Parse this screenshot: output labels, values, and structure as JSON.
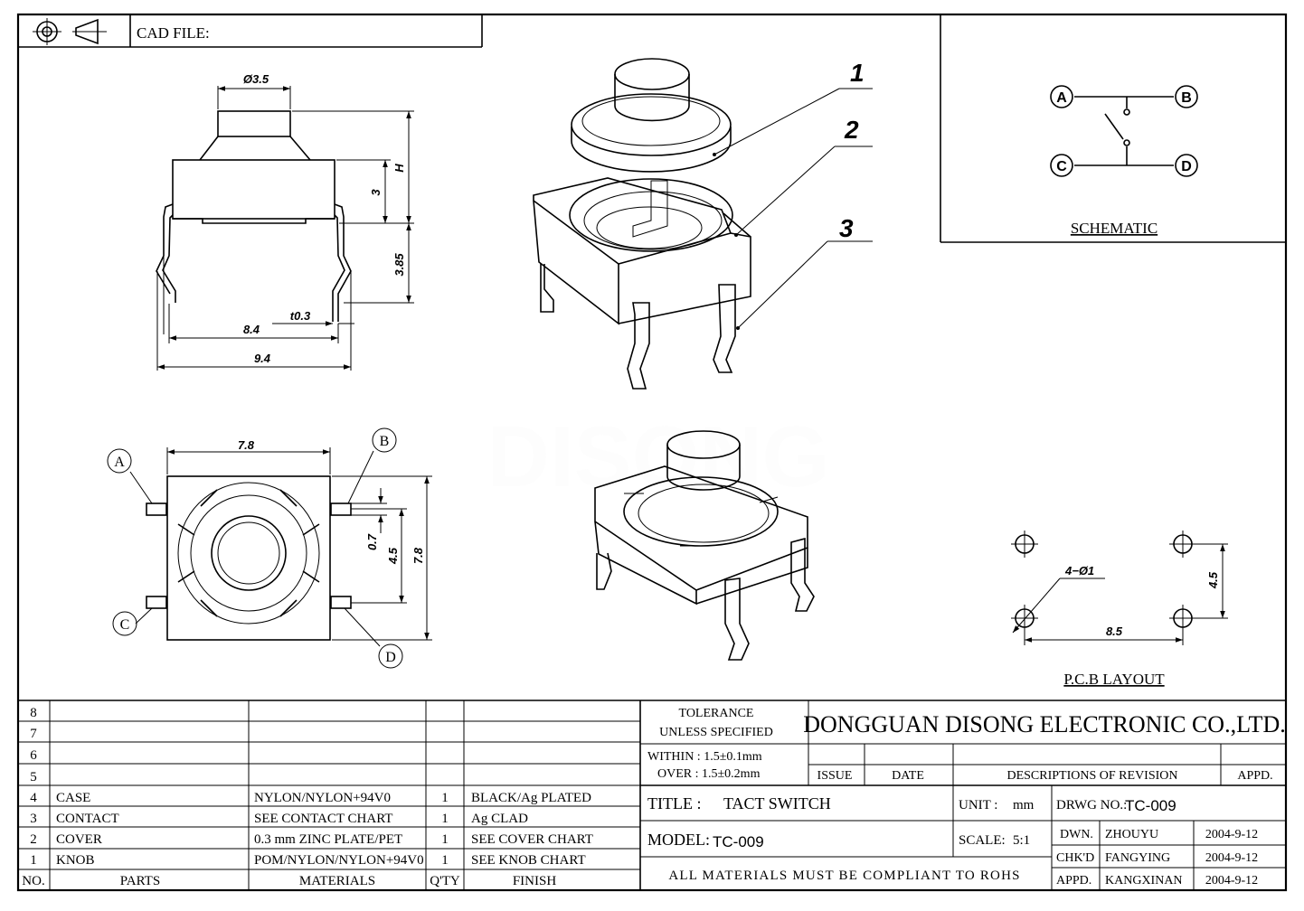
{
  "header": {
    "cad_label": "CAD FILE:",
    "projection_icon": "third-angle-projection-icon"
  },
  "side_view": {
    "dia": "Ø3.5",
    "h": "H",
    "three": "3",
    "h385": "3.85",
    "t03": "t0.3",
    "d84": "8.4",
    "d94": "9.4"
  },
  "exploded": {
    "callouts": [
      "1",
      "2",
      "3"
    ]
  },
  "schematic": {
    "pins": [
      "A",
      "B",
      "C",
      "D"
    ],
    "title": "SCHEMATIC"
  },
  "top_view": {
    "w": "7.8",
    "d07": "0.7",
    "d45": "4.5",
    "d78": "7.8",
    "pins": [
      "A",
      "B",
      "C",
      "D"
    ]
  },
  "watermark": "DISONG",
  "pcb": {
    "holes": "4−Ø1",
    "h": "4.5",
    "w": "8.5",
    "title": "P.C.B LAYOUT"
  },
  "bom": {
    "empty_rows": [
      "8",
      "7",
      "6",
      "5"
    ],
    "rows": [
      {
        "no": "4",
        "part": "CASE",
        "material": "NYLON/NYLON+94V0",
        "qty": "1",
        "finish": "BLACK/Ag PLATED"
      },
      {
        "no": "3",
        "part": "CONTACT",
        "material": "SEE CONTACT CHART",
        "qty": "1",
        "finish": "Ag CLAD"
      },
      {
        "no": "2",
        "part": "COVER",
        "material": "0.3 mm ZINC PLATE/PET",
        "qty": "1",
        "finish": "SEE COVER CHART"
      },
      {
        "no": "1",
        "part": "KNOB",
        "material": "POM/NYLON/NYLON+94V0",
        "qty": "1",
        "finish": "SEE KNOB CHART"
      }
    ],
    "headers": {
      "no": "NO.",
      "parts": "PARTS",
      "materials": "MATERIALS",
      "qty": "Q'TY",
      "finish": "FINISH"
    }
  },
  "title_block": {
    "tol1": "TOLERANCE",
    "tol2": "UNLESS   SPECIFIED",
    "within": "WITHIN : 1.5±0.1mm",
    "over": "OVER : 1.5±0.2mm",
    "company": "DONGGUAN DISONG ELECTRONIC CO.,LTD.",
    "issue": "ISSUE",
    "date": "DATE",
    "desc": "DESCRIPTIONS OF REVISION",
    "appd_head": "APPD.",
    "title_label": "TITLE :",
    "title_value": "TACT SWITCH",
    "unit_label": "UNIT :",
    "unit_value": "mm",
    "drwg_label": "DRWG NO.:",
    "drwg_value": "TC-009",
    "model_label": "MODEL:",
    "model_value": "TC-009",
    "scale_label": "SCALE:",
    "scale_value": "5:1",
    "dwn_label": "DWN.",
    "dwn_name": "ZHOUYU",
    "dwn_date": "2004-9-12",
    "chk_label": "CHK'D",
    "chk_name": "FANGYING",
    "chk_date": "2004-9-12",
    "appd_label": "APPD.",
    "appd_name": "KANGXINAN",
    "appd_date": "2004-9-12",
    "rohs": "ALL MATERIALS MUST BE COMPLIANT TO ROHS"
  }
}
